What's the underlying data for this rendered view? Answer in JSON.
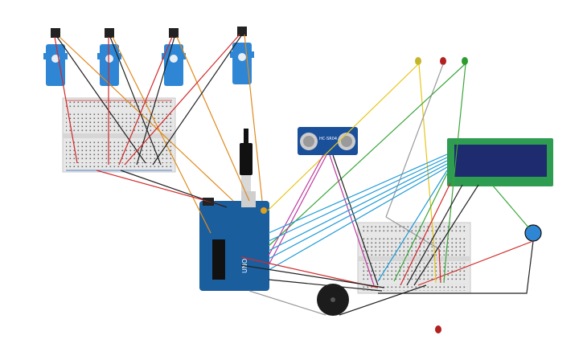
{
  "circuit": {
    "sensor": {
      "label": "HC-SR04"
    },
    "arduino": {
      "brand": "UNO"
    },
    "servos": [
      {
        "id": "servo-1"
      },
      {
        "id": "servo-2"
      },
      {
        "id": "servo-3"
      },
      {
        "id": "servo-4"
      }
    ],
    "leds": [
      {
        "color": "yellow"
      },
      {
        "color": "red"
      },
      {
        "color": "green"
      },
      {
        "color": "red"
      }
    ],
    "components": [
      "breadboard",
      "breadboard",
      "arduino-uno",
      "ultrasonic-sensor",
      "lcd-16x2",
      "potentiometer",
      "piezo-buzzer",
      "usb-cable"
    ],
    "colors": {
      "wire_red": "#d22a2a",
      "wire_black": "#222222",
      "wire_orange": "#e08a1e",
      "wire_yellow": "#e6c619",
      "wire_green": "#3aa53a",
      "wire_blue": "#1f9ad6",
      "wire_gray": "#9a9a9a",
      "wire_pink": "#c03aa0",
      "arduino": "#1b5e9e",
      "lcd_board": "#2e9d52",
      "lcd_screen": "#1e2b6e",
      "servo": "#2f86d4",
      "sensor": "#1a4f9a"
    }
  }
}
